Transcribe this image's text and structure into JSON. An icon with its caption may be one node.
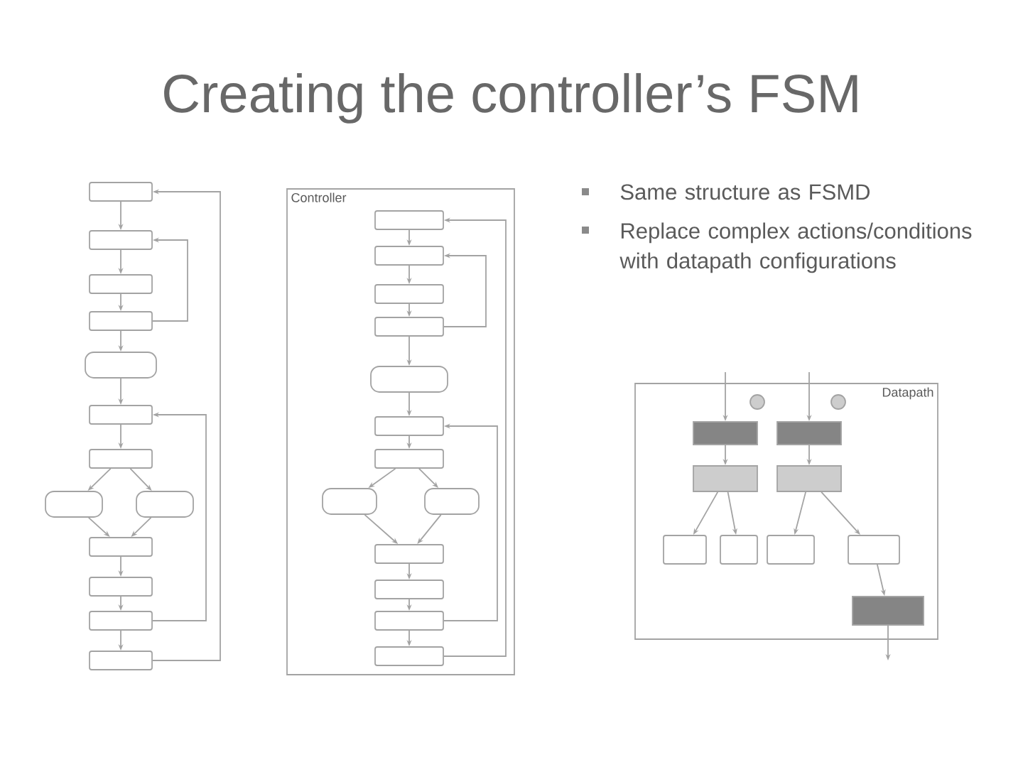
{
  "diagram": {
    "title": "Creating the controller’s FSM",
    "nodes": [
      {
        "text": [],
        "shape": "box"
      },
      {
        "text": [],
        "shape": "box"
      },
      {
        "text": [],
        "shape": "box"
      },
      {
        "text": [],
        "shape": "box"
      },
      {
        "text": [],
        "shape": "box"
      },
      {
        "text": [],
        "shape": "box"
      },
      {
        "text": [],
        "shape": "box"
      },
      {
        "text": [],
        "shape": "box"
      },
      {
        "text": [],
        "shape": "box"
      },
      {
        "text": [],
        "shape": "box"
      },
      {
        "text": [],
        "shape": "box"
      },
      {
        "text": [],
        "shape": "box"
      },
      {
        "text": [],
        "shape": "box"
      },
      {
        "text": [
          "Controller"
        ]
      },
      {
        "text": [],
        "shape": "box",
        "in": 13
      },
      {
        "text": [],
        "shape": "box",
        "in": 13
      },
      {
        "text": [],
        "shape": "box",
        "in": 13
      },
      {
        "text": [],
        "shape": "box",
        "in": 13
      },
      {
        "text": [],
        "shape": "box",
        "in": 13
      },
      {
        "text": [],
        "shape": "box",
        "in": 13
      },
      {
        "text": [],
        "shape": "box",
        "in": 13
      },
      {
        "text": [],
        "shape": "box",
        "in": 13
      },
      {
        "text": [],
        "shape": "box",
        "in": 13
      },
      {
        "text": [],
        "shape": "box",
        "in": 13
      },
      {
        "text": [],
        "shape": "box",
        "in": 13
      },
      {
        "text": [],
        "shape": "box",
        "in": 13
      },
      {
        "text": [],
        "shape": "box",
        "in": 13
      },
      {
        "text": [
          "Datapath"
        ]
      },
      {
        "text": [],
        "shape": "box",
        "in": 27
      },
      {
        "text": [],
        "shape": "box",
        "in": 27
      },
      {
        "text": [],
        "shape": "box",
        "in": 27
      },
      {
        "text": [],
        "shape": "box",
        "in": 27
      },
      {
        "text": [],
        "shape": "box",
        "in": 27
      },
      {
        "text": [],
        "shape": "box",
        "in": 27
      },
      {
        "text": [],
        "shape": "box",
        "in": 27
      },
      {
        "text": [],
        "shape": "box",
        "in": 27
      },
      {
        "text": [],
        "shape": "box",
        "in": 27
      }
    ],
    "edges": [
      {
        "from": 0,
        "to": 1,
        "arrow": "to"
      },
      {
        "from": 1,
        "to": 2,
        "arrow": "to"
      },
      {
        "from": 2,
        "to": 3,
        "arrow": "to"
      },
      {
        "from": 3,
        "to": 4,
        "arrow": "to"
      },
      {
        "from": 4,
        "to": 5,
        "arrow": "to"
      },
      {
        "from": 5,
        "to": 6,
        "arrow": "to"
      },
      {
        "from": 6,
        "to": 7,
        "arrow": "to"
      },
      {
        "from": 6,
        "to": 8,
        "arrow": "to"
      },
      {
        "from": 7,
        "to": 9,
        "arrow": "to"
      },
      {
        "from": 8,
        "to": 9,
        "arrow": "to"
      },
      {
        "from": 9,
        "to": 10,
        "arrow": "to"
      },
      {
        "from": 10,
        "to": 11,
        "arrow": "to"
      },
      {
        "from": 11,
        "to": 12,
        "arrow": "to"
      },
      {
        "from": 3,
        "to": 1,
        "arrow": "to"
      },
      {
        "from": 11,
        "to": 5,
        "arrow": "to"
      },
      {
        "from": 12,
        "to": 0,
        "arrow": "to"
      },
      {
        "from": 14,
        "to": 15,
        "arrow": "to"
      },
      {
        "from": 15,
        "to": 16,
        "arrow": "to"
      },
      {
        "from": 16,
        "to": 17,
        "arrow": "to"
      },
      {
        "from": 17,
        "to": 18,
        "arrow": "to"
      },
      {
        "from": 18,
        "to": 19,
        "arrow": "to"
      },
      {
        "from": 19,
        "to": 20,
        "arrow": "to"
      },
      {
        "from": 20,
        "to": 21,
        "arrow": "to"
      },
      {
        "from": 20,
        "to": 22,
        "arrow": "to"
      },
      {
        "from": 21,
        "to": 23,
        "arrow": "to"
      },
      {
        "from": 22,
        "to": 23,
        "arrow": "to"
      },
      {
        "from": 23,
        "to": 24,
        "arrow": "to"
      },
      {
        "from": 24,
        "to": 25,
        "arrow": "to"
      },
      {
        "from": 25,
        "to": 26,
        "arrow": "to"
      },
      {
        "from": 17,
        "to": 15,
        "arrow": "to"
      },
      {
        "from": 25,
        "to": 19,
        "arrow": "to"
      },
      {
        "from": 26,
        "to": 14,
        "arrow": "to"
      },
      {
        "from": null,
        "to": 28,
        "arrow": "to"
      },
      {
        "from": null,
        "to": 29,
        "arrow": "to"
      },
      {
        "from": 28,
        "to": 30,
        "arrow": "to"
      },
      {
        "from": 29,
        "to": 31,
        "arrow": "to"
      },
      {
        "from": 30,
        "to": 32,
        "arrow": "to"
      },
      {
        "from": 30,
        "to": 33,
        "arrow": "to"
      },
      {
        "from": 31,
        "to": 34,
        "arrow": "to"
      },
      {
        "from": 31,
        "to": 35,
        "arrow": "to"
      },
      {
        "from": 35,
        "to": 36,
        "arrow": "to"
      },
      {
        "from": 36,
        "to": null,
        "arrow": "to"
      }
    ],
    "labels": [
      "Same structure as FSMD",
      "Replace complex actions/conditions with datapath configurations"
    ]
  }
}
